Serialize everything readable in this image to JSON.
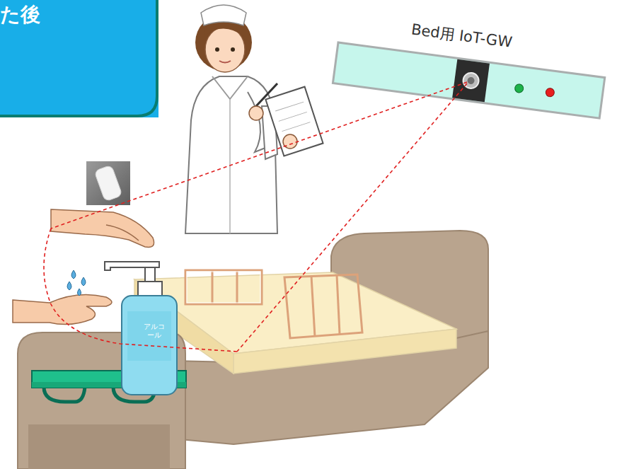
{
  "diagram": {
    "nodes": [
      {
        "text": [
          "た後"
        ]
      },
      {
        "text": [
          "Bed用 IoT-GW"
        ]
      },
      {
        "text": [
          "アルコール"
        ]
      }
    ]
  }
}
